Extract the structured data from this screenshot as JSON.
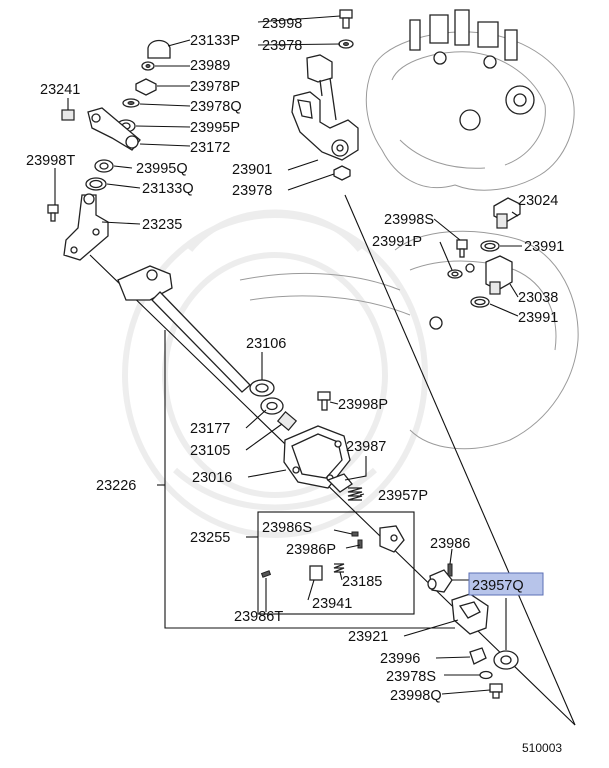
{
  "diagram_code": "510003",
  "highlight_color": "#b7c4ea",
  "labels": {
    "p23998": "23998",
    "p23978_top": "23978",
    "p23133P": "23133P",
    "p23989": "23989",
    "p23978P": "23978P",
    "p23978Q": "23978Q",
    "p23241": "23241",
    "p23995P": "23995P",
    "p23172": "23172",
    "p23998T": "23998T",
    "p23995Q": "23995Q",
    "p23133Q": "23133Q",
    "p23901": "23901",
    "p23978_mid": "23978",
    "p23235": "23235",
    "p23998S": "23998S",
    "p23024": "23024",
    "p23991P": "23991P",
    "p23991_a": "23991",
    "p23038": "23038",
    "p23991_b": "23991",
    "p23106": "23106",
    "p23998P": "23998P",
    "p23177": "23177",
    "p23105": "23105",
    "p23987": "23987",
    "p23226": "23226",
    "p23016": "23016",
    "p23957P": "23957P",
    "p23986S": "23986S",
    "p23255": "23255",
    "p23986P": "23986P",
    "p23185": "23185",
    "p23986": "23986",
    "p23957Q": "23957Q",
    "p23941": "23941",
    "p23986T": "23986T",
    "p23921": "23921",
    "p23996": "23996",
    "p23978S": "23978S",
    "p23998Q": "23998Q"
  }
}
